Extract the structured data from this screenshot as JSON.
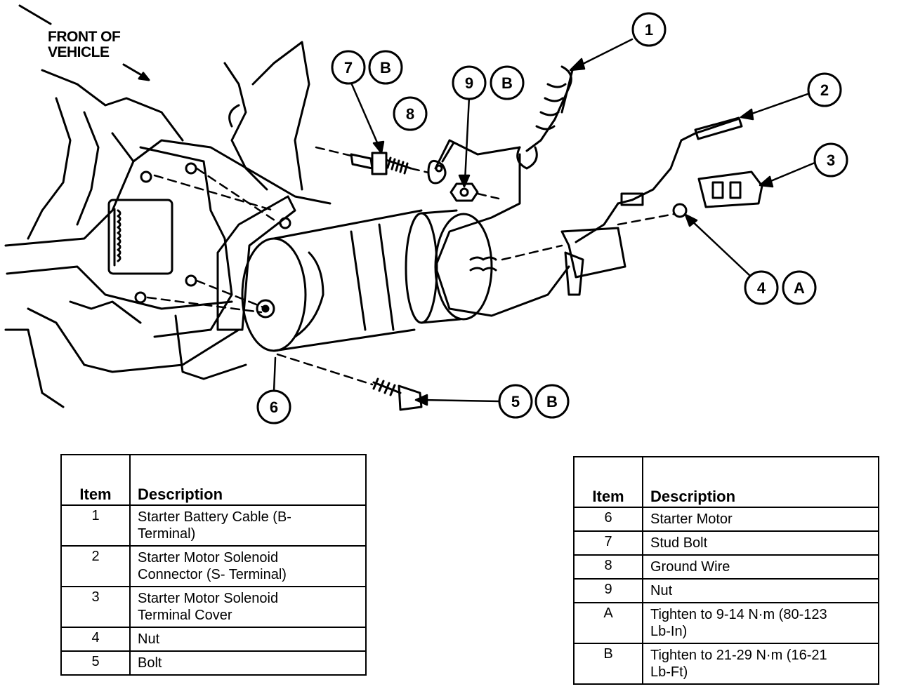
{
  "front_label": "FRONT OF\nVEHICLE",
  "callouts": [
    {
      "id": "callout-1",
      "num": "1",
      "letter": ""
    },
    {
      "id": "callout-2",
      "num": "2",
      "letter": ""
    },
    {
      "id": "callout-3",
      "num": "3",
      "letter": ""
    },
    {
      "id": "callout-4",
      "num": "4",
      "letter": "A"
    },
    {
      "id": "callout-5",
      "num": "5",
      "letter": "B"
    },
    {
      "id": "callout-6",
      "num": "6",
      "letter": ""
    },
    {
      "id": "callout-7",
      "num": "7",
      "letter": "B"
    },
    {
      "id": "callout-8",
      "num": "8",
      "letter": ""
    },
    {
      "id": "callout-9",
      "num": "9",
      "letter": "B"
    }
  ],
  "legend_left": {
    "headers": {
      "item": "Item",
      "description": "Description"
    },
    "rows": [
      {
        "item": "1",
        "description": "Starter Battery Cable (B-\nTerminal)"
      },
      {
        "item": "2",
        "description": "Starter Motor Solenoid\nConnector (S- Terminal)"
      },
      {
        "item": "3",
        "description": "Starter Motor Solenoid\nTerminal Cover"
      },
      {
        "item": "4",
        "description": "Nut"
      },
      {
        "item": "5",
        "description": "Bolt"
      }
    ]
  },
  "legend_right": {
    "headers": {
      "item": "Item",
      "description": "Description"
    },
    "rows": [
      {
        "item": "6",
        "description": "Starter Motor"
      },
      {
        "item": "7",
        "description": "Stud Bolt"
      },
      {
        "item": "8",
        "description": "Ground Wire"
      },
      {
        "item": "9",
        "description": "Nut"
      },
      {
        "item": "A",
        "description": "Tighten to 9-14 N·m (80-123\nLb-In)"
      },
      {
        "item": "B",
        "description": "Tighten to 21-29 N·m (16-21\nLb-Ft)"
      }
    ]
  }
}
